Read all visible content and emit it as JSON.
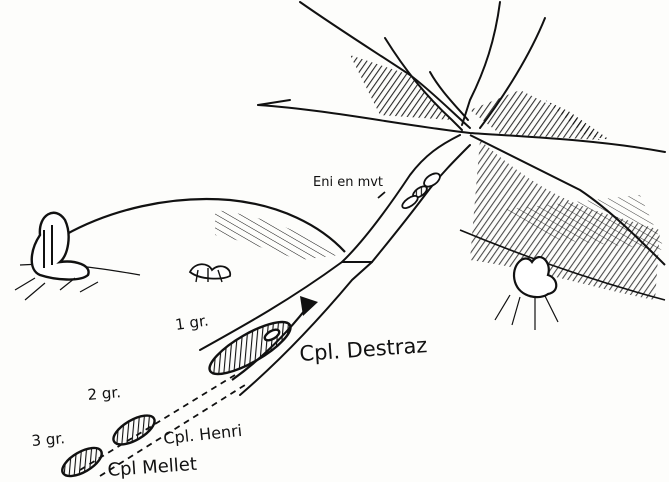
{
  "labels": {
    "group1": "1 gr.",
    "group2": "2 gr.",
    "group3": "3 gr.",
    "cpl_destraz": "Cpl. Destraz",
    "cpl_henri": "Cpl. Henri",
    "cpl_mellet": "Cpl Mellet",
    "enemy": "Eni en mvt"
  },
  "colors": {
    "ink": "#111111",
    "paper": "#fdfdfb"
  }
}
